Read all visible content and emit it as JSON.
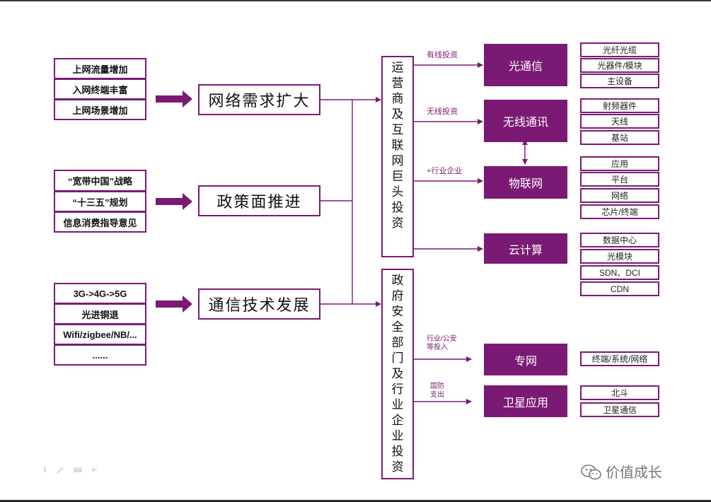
{
  "drivers": [
    {
      "items": [
        "上网流量增加",
        "入网终端丰富",
        "上网场景增加"
      ],
      "result": "网络需求扩大"
    },
    {
      "items": [
        "“宽带中国”战略",
        "“十三五”规划",
        "信息消费指导意见"
      ],
      "result": "政策面推进"
    },
    {
      "items": [
        "3G->4G->5G",
        "光进铜退",
        "Wifi/zigbee/NB/...",
        "......"
      ],
      "result": "通信技术发展"
    }
  ],
  "investors": {
    "operators": "运营商及互联网巨头投资",
    "government": "政府安全部门及行业企业投资"
  },
  "channels": {
    "wired": "有线投资",
    "wireless": "无线投资",
    "industry": "+行业企业",
    "industry_police": "行业/公安等投入",
    "defense": "国防支出"
  },
  "segments": [
    {
      "name": "光通信",
      "products": [
        "光纤光缆",
        "光器件/模块",
        "主设备"
      ]
    },
    {
      "name": "无线通讯",
      "products": [
        "射频器件",
        "天线",
        "基站"
      ]
    },
    {
      "name": "物联网",
      "products": [
        "应用",
        "平台",
        "网络",
        "芯片/终端"
      ]
    },
    {
      "name": "云计算",
      "products": [
        "数据中心",
        "光模块",
        "SDN、DCI",
        "CDN"
      ]
    },
    {
      "name": "专网",
      "products": [
        "终端/系统/网络"
      ]
    },
    {
      "name": "卫星应用",
      "products": [
        "北斗",
        "卫星通信"
      ]
    }
  ],
  "watermark": "价值成长",
  "colors": {
    "accent": "#7b1a74",
    "text": "#111111",
    "background": "#ffffff"
  },
  "icons": [
    "right-arrow-icon",
    "wechat-icon"
  ]
}
